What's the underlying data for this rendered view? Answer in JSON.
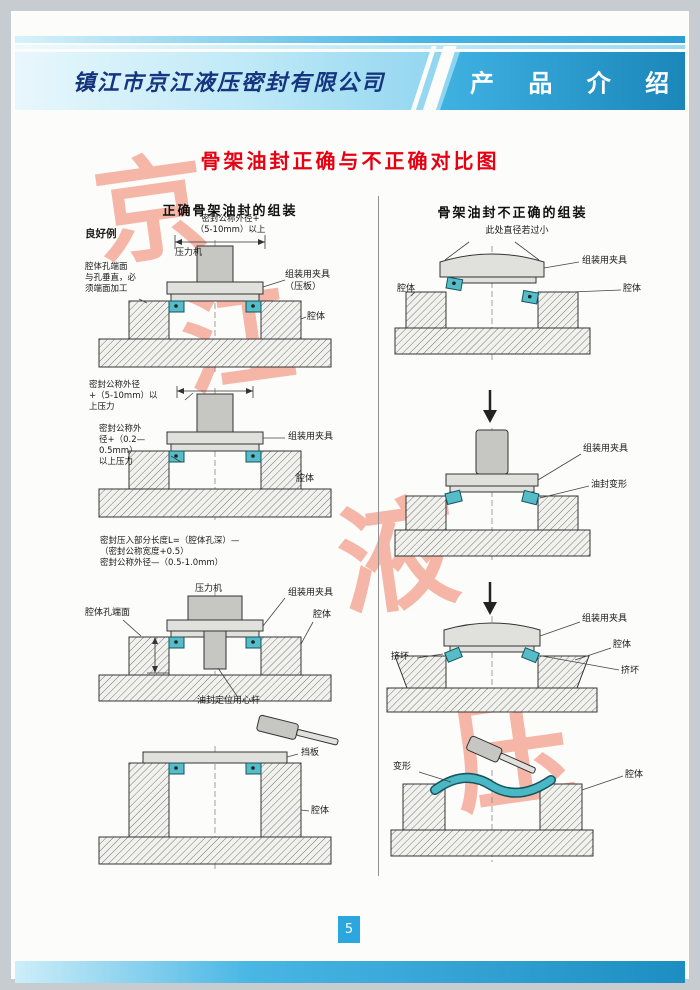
{
  "header": {
    "company": "镇江市京江液压密封有限公司",
    "section": "产 品 介 绍"
  },
  "title": "骨架油封正确与不正确对比图",
  "watermark": {
    "chars": [
      "京",
      "江",
      "液",
      "压"
    ]
  },
  "left": {
    "heading": "正确骨架油封的组装",
    "fig1": {
      "good": "良好例",
      "dim": "密封公称外径+\n（5-10mm）以上",
      "press": "压力机",
      "face_note": "腔体孔端面\n与孔垂直，必\n须端面加工",
      "jig": "组装用夹具\n（压板）",
      "housing": "腔体"
    },
    "fig2": {
      "dim_outer": "密封公称外径\n+（5-10mm）以\n上压力",
      "dim_inner": "密封公称外\n径+（0.2—\n0.5mm）\n以上压力",
      "jig": "组装用夹具",
      "housing": "腔体"
    },
    "fig3": {
      "formula": "密封压入部分长度L=（腔体孔深）—\n（密封公称宽度+0.5）\n密封公称外径—（0.5-1.0mm）",
      "press": "压力机",
      "jig": "组装用夹具",
      "bore_face": "腔体孔端面",
      "housing": "腔体",
      "mandrel": "油封定位用心杆"
    },
    "fig4": {
      "plate": "挡板",
      "housing": "腔体"
    }
  },
  "right": {
    "heading": "骨架油封不正确的组装",
    "fig1": {
      "note": "此处直径若过小",
      "jig": "组装用夹具",
      "housing_left": "腔体",
      "housing_right": "腔体"
    },
    "fig2": {
      "jig": "组装用夹具",
      "deform": "油封变形"
    },
    "fig3": {
      "jig": "组装用夹具",
      "housing": "腔体",
      "crush_left": "挤坏",
      "crush_right": "挤坏"
    },
    "fig4": {
      "deform": "变形",
      "housing": "腔体"
    }
  },
  "footer": {
    "page_number": "5"
  }
}
